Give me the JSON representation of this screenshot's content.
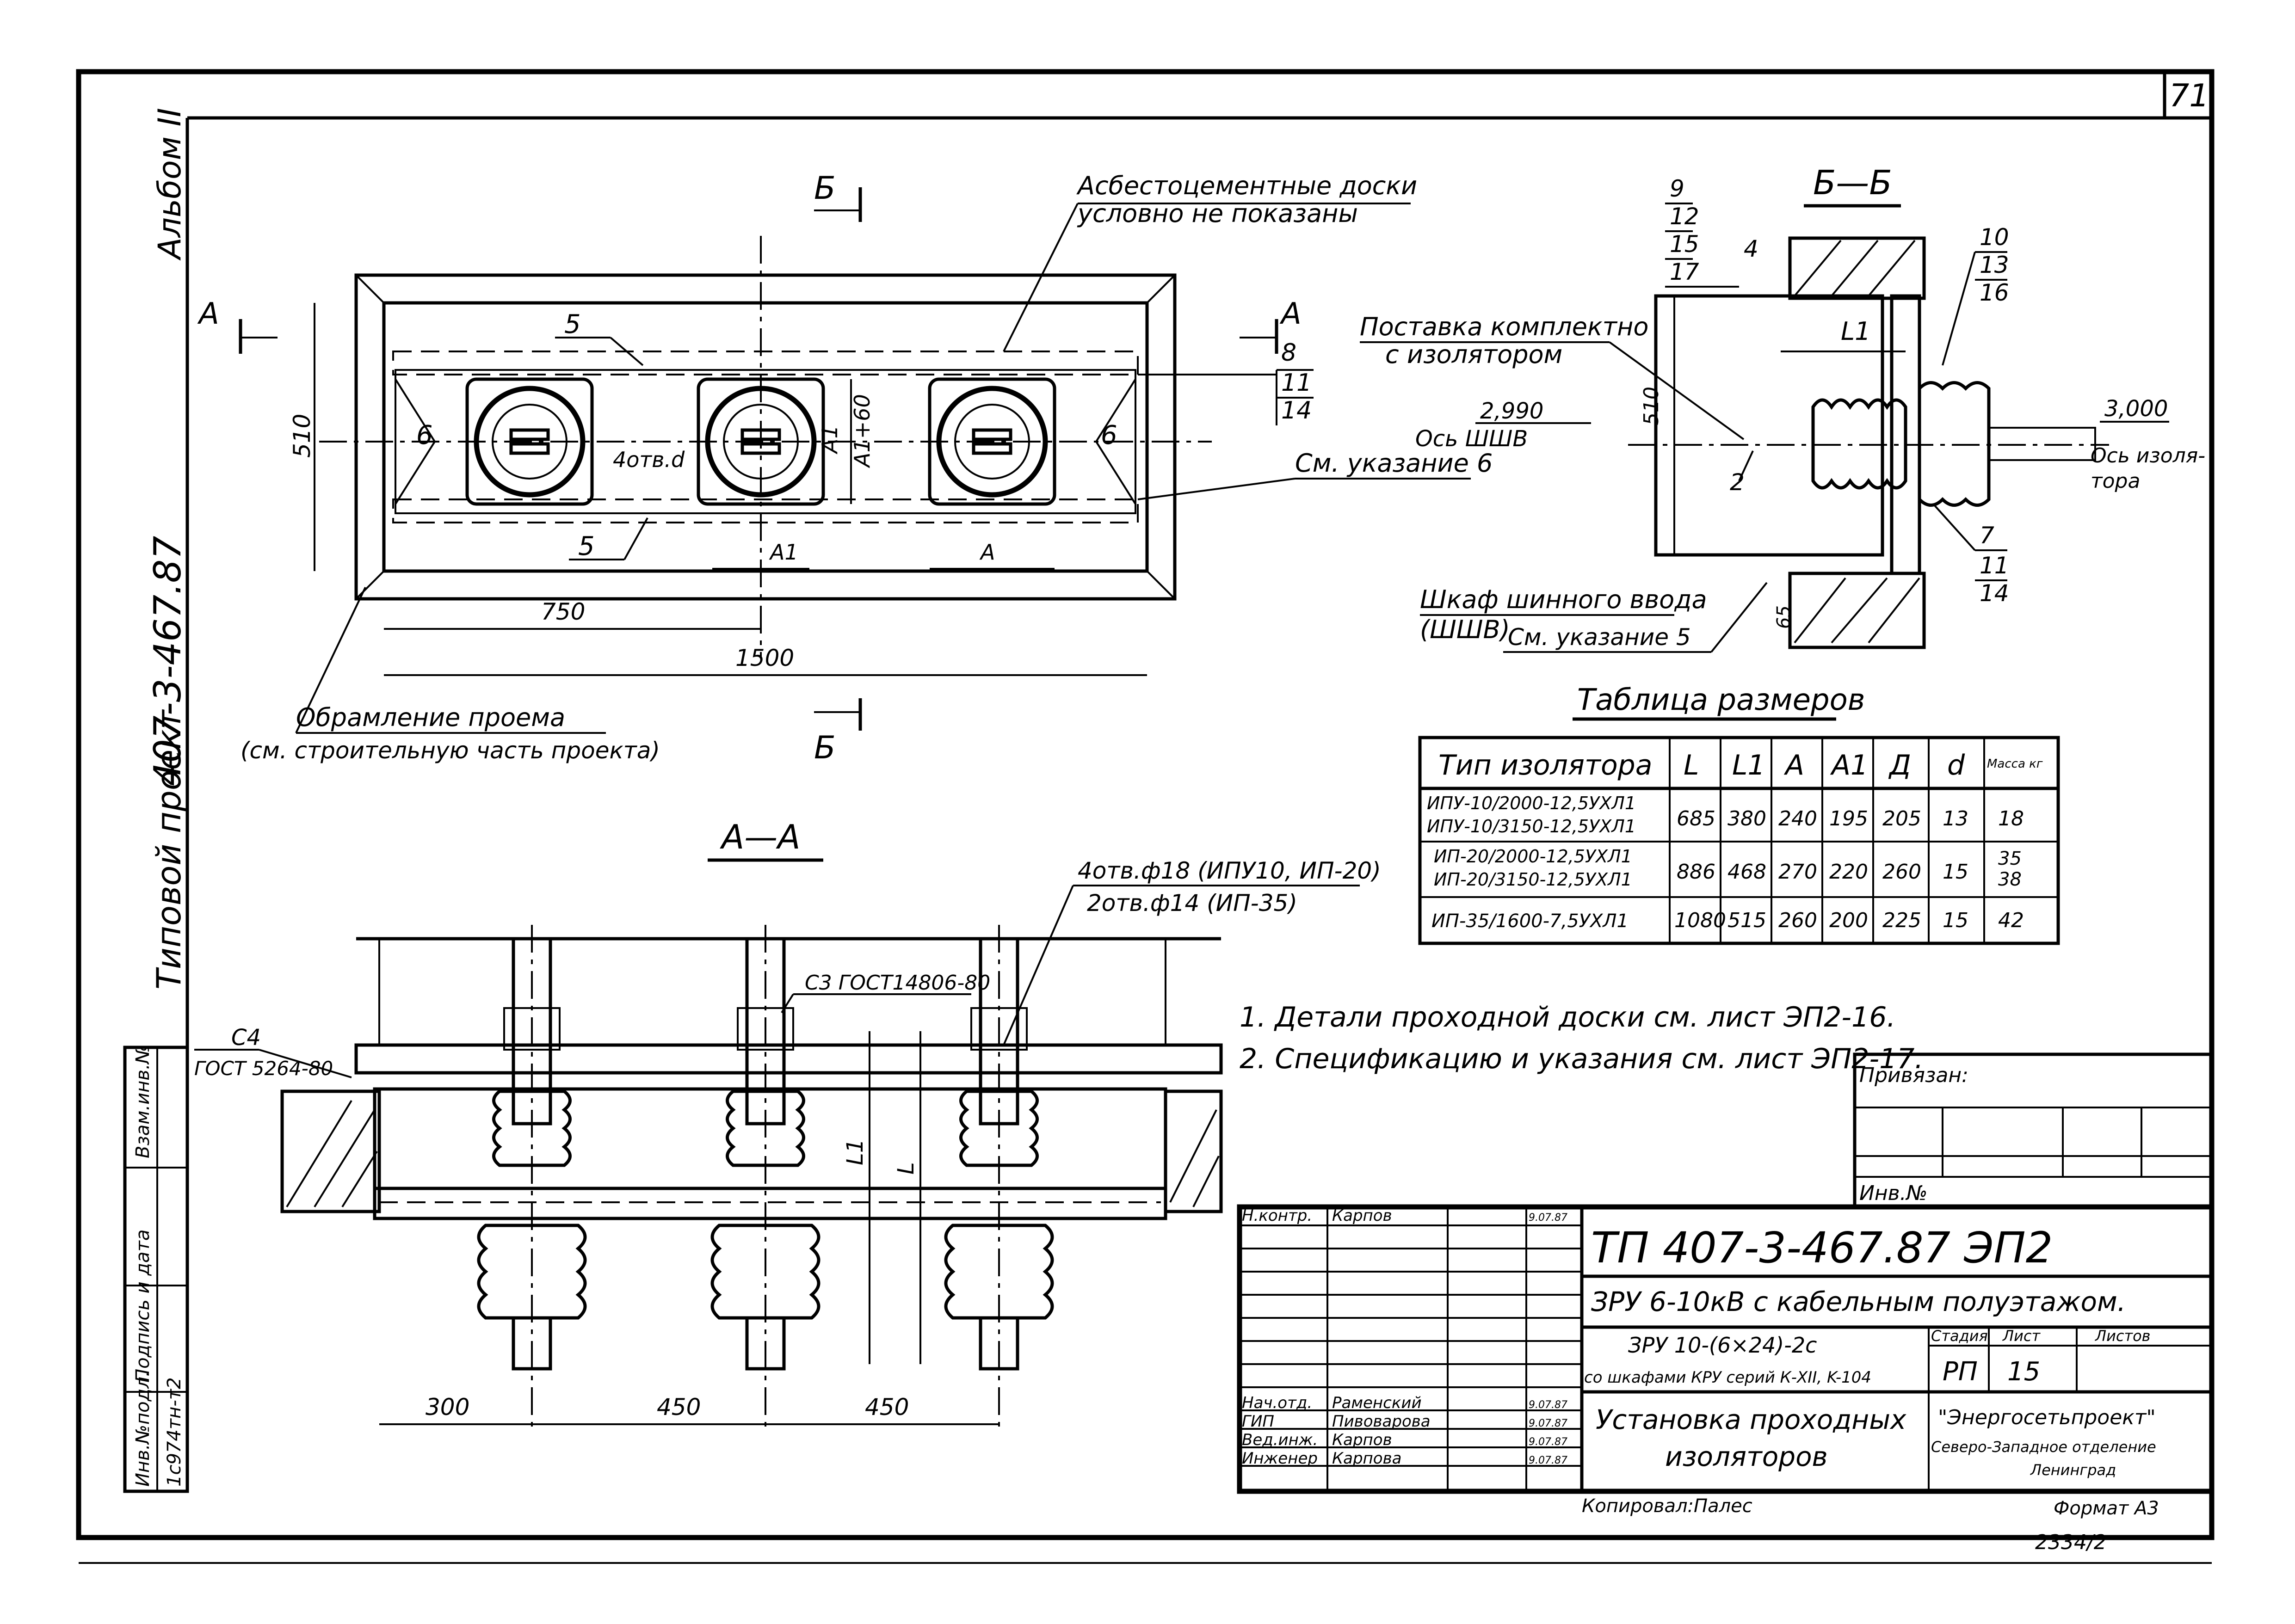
{
  "sheet": {
    "number": "71",
    "album": "Альбом II",
    "side_code": "407-3-467.87",
    "side_type": "Типовой проект",
    "side_stamp_labels": [
      "Инв.№подл.",
      "Подпись и дата",
      "Взам.инв.№"
    ],
    "side_stamp_value": "1с974тн-т2",
    "copied": "Копировал:Палес",
    "format": "Формат А3",
    "archive": "2334/2"
  },
  "plan": {
    "section_b": "Б",
    "section_a": "А",
    "label_boards": [
      "Асбестоцементные доски",
      "условно не показаны"
    ],
    "label_frame": [
      "Обрамление проема",
      "(см. строительную часть проекта)"
    ],
    "label_holes": "4отв.d",
    "mark_5": "5",
    "mark_6": "6",
    "callout_8": [
      "8",
      "11",
      "14"
    ],
    "see_note6": "См. указание 6",
    "dim_510": "510",
    "dim_A1_60": "А1+60",
    "dim_A1": "А1",
    "dim_A": "А",
    "dim_750": "750",
    "dim_1500": "1500"
  },
  "section_bb": {
    "title": "Б—Б",
    "callout_top": [
      "9",
      "12",
      "15",
      "17"
    ],
    "mark_4": "4",
    "callout_right_top": [
      "10",
      "13",
      "16"
    ],
    "label_insert": [
      "Поставка комплектно",
      "с изолятором"
    ],
    "level_1": "2,990",
    "axis_left": "Ось ШШВ",
    "level_2": "3,000",
    "axis_right": [
      "Ось изоля-",
      "тора"
    ],
    "dim_L1": "L1",
    "dim_510": "510",
    "mark_2": "2",
    "callout_right_bottom": [
      "7",
      "11",
      "14"
    ],
    "label_cabinet": [
      "Шкаф шинного ввода",
      "(ШШВ)"
    ],
    "see_note5": "См. указание 5",
    "dim_65": "65"
  },
  "size_table": {
    "title": "Таблица размеров",
    "headers": [
      "Тип изолятора",
      "L",
      "L1",
      "А",
      "А1",
      "Д",
      "d",
      "Масса кг"
    ],
    "rows": [
      {
        "types": [
          "ИПУ-10/2000-12,5УХЛ1",
          "ИПУ-10/3150-12,5УХЛ1"
        ],
        "L": "685",
        "L1": "380",
        "A": "240",
        "A1": "195",
        "D": "205",
        "d": "13",
        "mass": [
          "18"
        ]
      },
      {
        "types": [
          "ИП-20/2000-12,5УХЛ1",
          "ИП-20/3150-12,5УХЛ1"
        ],
        "L": "886",
        "L1": "468",
        "A": "270",
        "A1": "220",
        "D": "260",
        "d": "15",
        "mass": [
          "35",
          "38"
        ]
      },
      {
        "types": [
          "ИП-35/1600-7,5УХЛ1"
        ],
        "L": "1080",
        "L1": "515",
        "A": "260",
        "A1": "200",
        "D": "225",
        "d": "15",
        "mass": [
          "42"
        ]
      }
    ]
  },
  "section_aa": {
    "title": "А—А",
    "label_holes_1": "4отв.ф18 (ИПУ10, ИП-20)",
    "label_holes_2": "2отв.ф14 (ИП-35)",
    "label_c3": "С3 ГОСТ14806-80",
    "label_c4": "С4",
    "label_c4_gost": "ГОСТ 5264-80",
    "dim_L1": "L1",
    "dim_L": "L",
    "dim_300": "300",
    "dim_450a": "450",
    "dim_450b": "450"
  },
  "notes": [
    "1. Детали проходной доски см. лист ЭП2-16.",
    "2. Спецификацию и указания см. лист ЭП2-17."
  ],
  "bound_box": {
    "label": "Привязан:",
    "inv": "Инв.№"
  },
  "title_block": {
    "code": "ТП   407-3-467.87   ЭП2",
    "project": "ЗРУ 6-10кВ  с кабельным полуэтажом.",
    "variant_1": "ЗРУ 10-(6×24)-2с",
    "variant_2": "со шкафами КРУ серий К-XII, K-104",
    "sheet_title_1": "Установка проходных",
    "sheet_title_2": "изоляторов",
    "stage_label": "Стадия",
    "sheet_label": "Лист",
    "sheets_label": "Листов",
    "stage": "РП",
    "sheet": "15",
    "org_1": "\"Энергосетьпроект\"",
    "org_2": "Северо-Западное отделение",
    "org_3": "Ленинград",
    "signers": [
      {
        "role": "Н.контр.",
        "name": "Карпов",
        "date": "9.07.87"
      },
      {
        "role": "Нач.отд.",
        "name": "Раменский",
        "date": "9.07.87"
      },
      {
        "role": "ГИП",
        "name": "Пивоварова",
        "date": "9.07.87"
      },
      {
        "role": "Вед.инж.",
        "name": "Карпов",
        "date": "9.07.87"
      },
      {
        "role": "Инженер",
        "name": "Карпова",
        "date": "9.07.87"
      }
    ]
  }
}
